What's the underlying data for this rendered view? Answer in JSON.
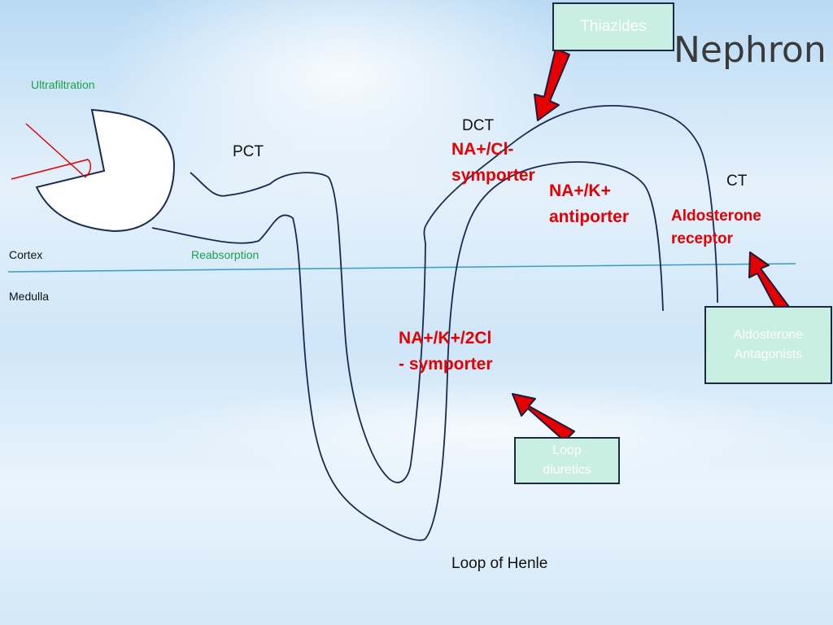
{
  "title": "Nephron",
  "labels": {
    "ultrafiltration": "Ultrafiltration",
    "pct": "PCT",
    "dct": "DCT",
    "ct": "CT",
    "cortex": "Cortex",
    "medulla": "Medulla",
    "reabsorption": "Reabsorption",
    "loop_of_henle": "Loop of Henle"
  },
  "transporters": {
    "na_cl_line1": "NA+/Cl-",
    "na_cl_line2": "symporter",
    "na_k_line1": "NA+/K+",
    "na_k_line2": "antiporter",
    "nkcc_line1": "NA+/K+/2Cl",
    "nkcc_line2": "- symporter",
    "aldo_line1": "Aldosterone",
    "aldo_line2": "receptor"
  },
  "drugs": {
    "thiazides": "Thiazides",
    "loop_line1": "Loop",
    "loop_line2": "diuretics",
    "aldo_ant_line1": "Aldosterone",
    "aldo_ant_line2": "Antagonists"
  },
  "colors": {
    "tubule": "#1a2a50",
    "arrow_fill": "#e60000",
    "arrow_outline": "#1a1a3a",
    "divider": "#3a9cc4",
    "transporter_text": "#e60000",
    "label_green": "#1aa14a",
    "drug_box_fill": "#c9eee2"
  }
}
